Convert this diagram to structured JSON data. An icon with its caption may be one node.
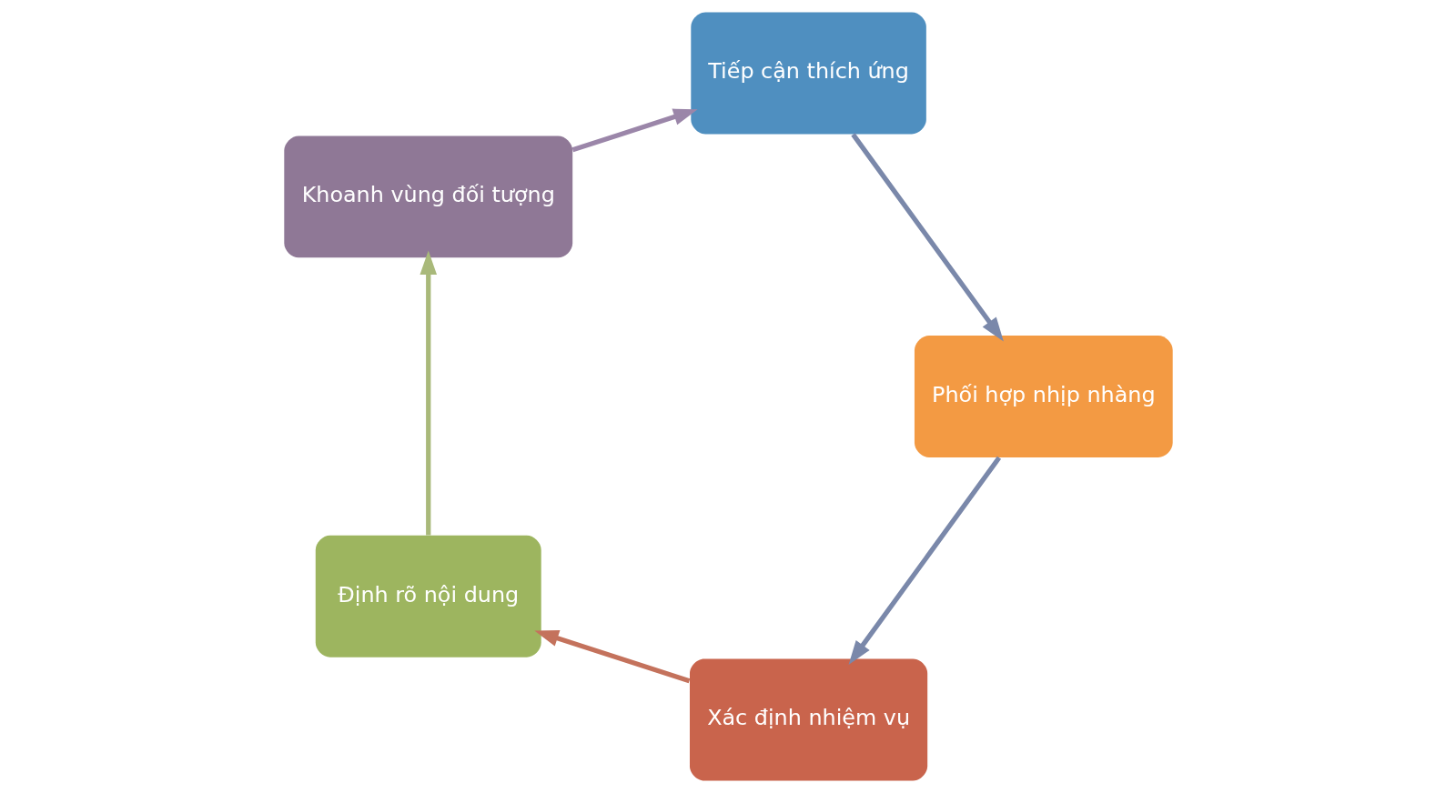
{
  "diagram": {
    "nodes": [
      {
        "text": [
          "Xác định nhiệm vụ"
        ]
      },
      {
        "text": [
          "Định rõ nội dung"
        ]
      },
      {
        "text": [
          "Khoanh vùng đối tượng"
        ]
      },
      {
        "text": [
          "Tiếp cận thích ứng"
        ]
      },
      {
        "text": [
          "Phối hợp nhịp nhàng"
        ]
      }
    ],
    "edges": [
      {
        "from": 0,
        "to": 1,
        "arrow": "to",
        "color": "#c4725c"
      },
      {
        "from": 1,
        "to": 2,
        "arrow": "to",
        "color": "#a9b97a"
      },
      {
        "from": 2,
        "to": 3,
        "arrow": "to",
        "color": "#9b86a9"
      },
      {
        "from": 3,
        "to": 4,
        "arrow": "to",
        "color": "#7a88aa"
      },
      {
        "from": 4,
        "to": 0,
        "arrow": "to",
        "color": "#7a88aa"
      }
    ]
  }
}
